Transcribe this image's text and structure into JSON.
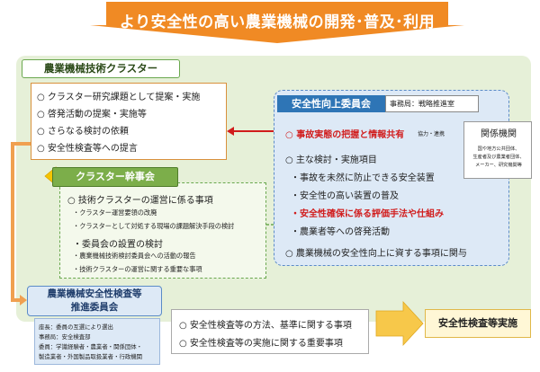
{
  "banner": {
    "title": "より安全性の高い農業機械の開発･普及･利用"
  },
  "cluster": {
    "title": "農業機械技術クラスター",
    "items": [
      "○ クラスター研究課題として提案・実施",
      "○ 啓発活動の提案・実施等",
      "○ さらなる検討の依頼",
      "○ 安全性検査等への提言"
    ]
  },
  "kanji": {
    "title": "クラスター幹事会",
    "items": [
      {
        "text": "○ 技術クラスターの運営に係る事項",
        "kind": "main"
      },
      {
        "text": "・クラスター運営要領の改廃",
        "kind": "sub"
      },
      {
        "text": "・クラスターとして対処する現場の課題解決手段の検討",
        "kind": "sub"
      },
      {
        "text": "・委員会の設置の検討",
        "kind": "main"
      },
      {
        "text": "・農業機械技術検討委員会への活動の報告",
        "kind": "sub"
      },
      {
        "text": "・技術クラスターの運営に関する重要な事項",
        "kind": "sub"
      }
    ]
  },
  "safety": {
    "title": "安全性向上委員会",
    "secretariat": "事務局：戦略推進室",
    "items": [
      {
        "text": "○ 事故実態の把握と情報共有",
        "style": "red"
      },
      {
        "text": "○ 主な検討・実施項目",
        "style": "normal"
      },
      {
        "text": "・事故を未然に防止できる安全装置",
        "style": "normal"
      },
      {
        "text": "・安全性の高い装置の普及",
        "style": "normal"
      },
      {
        "text": "・安全性確保に係る評価手法や仕組み",
        "style": "red"
      },
      {
        "text": "・農業者等への啓発活動",
        "style": "normal"
      },
      {
        "text": "○ 農業機械の安全性向上に資する事項に関与",
        "style": "normal"
      }
    ]
  },
  "coop": {
    "label": "協力・連携"
  },
  "agency": {
    "title": "関係機関",
    "notes": [
      "国や地方公共団体、",
      "生産者及び農業者団体、",
      "メーカー、研究機関等"
    ]
  },
  "inspection": {
    "title_line1": "農業機械安全性検査等",
    "title_line2": "推進委員会",
    "members": [
      "座長：委員の互選により選出",
      "事務局：安全検査部",
      "委員：学識経験者・農業者・関係団体・",
      "製造業者・外国製品取扱業者・行政機関"
    ],
    "items": [
      "○ 安全性検査等の方法、基準に関する事項",
      "○ 安全性検査等の実施に関する重要事項"
    ]
  },
  "result": {
    "label": "安全性検査等実施"
  },
  "colors": {
    "banner_orange": "#f08a24",
    "region_green": "#e6f0d8",
    "safety_blue": "#2e75b6",
    "accent_red": "#d11c1c",
    "result_yellow": "#fff7d6"
  }
}
